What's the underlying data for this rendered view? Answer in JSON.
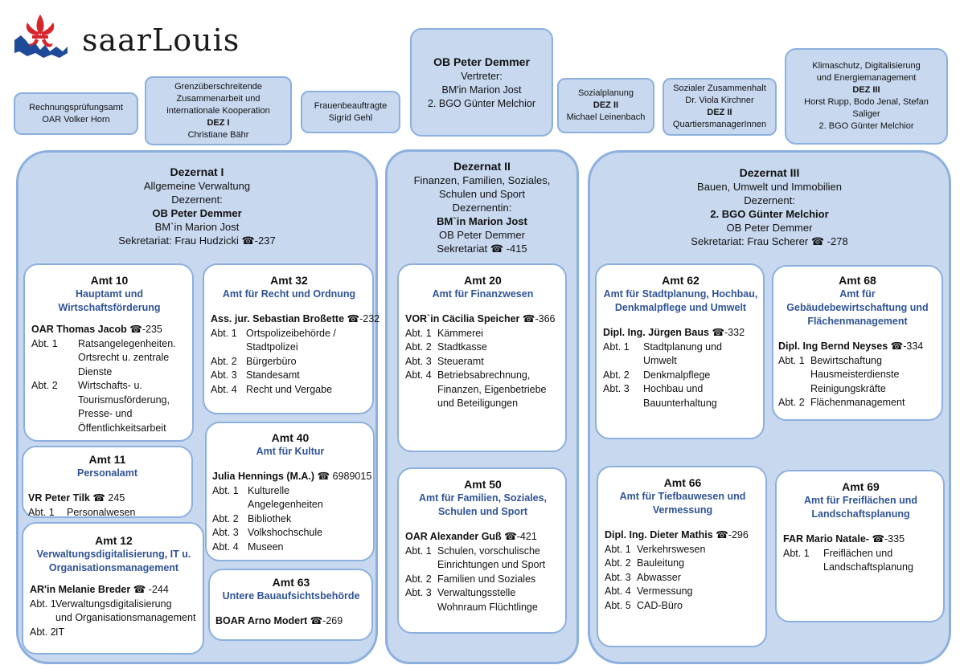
{
  "logo": {
    "text": "saarLouis",
    "colors": {
      "red": "#d7262b",
      "blue": "#1f4a99"
    }
  },
  "top": {
    "rpa": [
      "Rechnungsprüfungsamt",
      "OAR Volker Horn"
    ],
    "grenz": [
      "Grenzüberschreitende",
      "Zusammenarbeit und",
      "internationale Kooperation",
      "DEZ I",
      "Christiane Bähr"
    ],
    "frauen": [
      "Frauenbeauftragte",
      "Sigrid Gehl"
    ],
    "ob": [
      "OB Peter Demmer",
      "Vertreter:",
      "BM'in Marion Jost",
      "2. BGO Günter Melchior"
    ],
    "sozialplanung": [
      "Sozialplanung",
      "DEZ II",
      "Michael Leinenbach"
    ],
    "sozialer": [
      "Sozialer Zusammenhalt",
      "Dr. Viola Kirchner",
      "DEZ II",
      "QuartiersmanagerInnen"
    ],
    "klima": [
      "Klimaschutz, Digitalisierung",
      "und Energiemanagement",
      "DEZ III",
      "Horst Rupp, Bodo Jenal, Stefan",
      "Saliger",
      "2. BGO Günter Melchior"
    ]
  },
  "dezernat1": {
    "title": "Dezernat I",
    "area": "Allgemeine Verwaltung",
    "role": "Dezernent:",
    "head": "OB Peter Demmer",
    "deputy": "BM`in Marion Jost",
    "secretariat": "Sekretariat: Frau Hudzicki",
    "phone": "☎-237"
  },
  "dezernat2": {
    "title": "Dezernat II",
    "area1": "Finanzen, Familien, Soziales,",
    "area2": "Schulen und Sport",
    "role": "Dezernentin:",
    "head": "BM`in Marion Jost",
    "deputy": "OB Peter Demmer",
    "secretariat": "Sekretariat",
    "phone": "☎ -415"
  },
  "dezernat3": {
    "title": "Dezernat III",
    "area": "Bauen, Umwelt und Immobilien",
    "role": "Dezernent:",
    "head": "2. BGO Günter Melchior",
    "deputy": "OB Peter Demmer",
    "secretariat": "Sekretariat: Frau Scherer",
    "phone": "☎ -278"
  },
  "amt10": {
    "title": "Amt 10",
    "sub1": "Hauptamt und",
    "sub2": "Wirtschaftsförderung",
    "head": "OAR Thomas Jacob",
    "phone": "☎-235",
    "rows": [
      [
        "Abt. 1",
        "Ratsangelegenheiten."
      ],
      [
        "",
        "Ortsrecht u. zentrale"
      ],
      [
        "",
        "Dienste"
      ],
      [
        "Abt. 2",
        "Wirtschafts- u."
      ],
      [
        "",
        "Tourismusförderung,"
      ],
      [
        "",
        "Presse- und"
      ],
      [
        "",
        "Öffentlichkeitsarbeit"
      ]
    ]
  },
  "amt32": {
    "title": "Amt 32",
    "sub1": "Amt für Recht und Ordnung",
    "head": "Ass. jur. Sebastian Broßette",
    "phone": "☎-232",
    "rows": [
      [
        "Abt. 1",
        "Ortspolizeibehörde /"
      ],
      [
        "",
        "Stadtpolizei"
      ],
      [
        "Abt. 2",
        "Bürgerbüro"
      ],
      [
        "Abt. 3",
        "Standesamt"
      ],
      [
        "Abt. 4",
        "Recht und Vergabe"
      ]
    ]
  },
  "amt11": {
    "title": "Amt 11",
    "sub1": "Personalamt",
    "head": "VR Peter Tilk",
    "phone": "☎  245",
    "rows": [
      [
        "Abt. 1",
        "Personalwesen"
      ]
    ]
  },
  "amt40": {
    "title": "Amt 40",
    "sub1": "Amt für Kultur",
    "head": "Julia Hennings (M.A.)",
    "phone": "☎ 6989015",
    "rows": [
      [
        "Abt. 1",
        "Kulturelle"
      ],
      [
        "",
        "Angelegenheiten"
      ],
      [
        "Abt. 2",
        "Bibliothek"
      ],
      [
        "Abt. 3",
        "Volkshochschule"
      ],
      [
        "Abt. 4",
        "Museen"
      ]
    ]
  },
  "amt12": {
    "title": "Amt 12",
    "sub1": "Verwaltungsdigitalisierung, IT u.",
    "sub2": "Organisationsmanagement",
    "head": "AR'in Melanie Breder",
    "phone": "☎  -244",
    "rows": [
      [
        "Abt. 1",
        "Verwaltungsdigitalisierung"
      ],
      [
        "",
        "und Organisationsmanagement"
      ],
      [
        "Abt. 2",
        "IT"
      ]
    ]
  },
  "amt63": {
    "title": "Amt 63",
    "sub1": "Untere Bauaufsichtsbehörde",
    "head": "BOAR Arno Modert",
    "phone": "☎-269",
    "rows": []
  },
  "amt20": {
    "title": "Amt 20",
    "sub1": "Amt für Finanzwesen",
    "head": "VOR`in Cäcilia Speicher",
    "phone": "☎-366",
    "rows": [
      [
        "Abt. 1",
        "Kämmerei"
      ],
      [
        "Abt. 2",
        "Stadtkasse"
      ],
      [
        "Abt. 3",
        "Steueramt"
      ],
      [
        "Abt. 4",
        "Betriebsabrechnung,"
      ],
      [
        "",
        "Finanzen, Eigenbetriebe"
      ],
      [
        "",
        "und Beteiligungen"
      ]
    ]
  },
  "amt50": {
    "title": "Amt 50",
    "sub1": "Amt für Familien, Soziales,",
    "sub2": "Schulen und Sport",
    "head": "OAR Alexander Guß",
    "phone": "☎-421",
    "rows": [
      [
        "Abt. 1",
        "Schulen, vorschulische"
      ],
      [
        "",
        "Einrichtungen und Sport"
      ],
      [
        "Abt. 2",
        "Familien und Soziales"
      ],
      [
        "Abt. 3",
        "Verwaltungsstelle"
      ],
      [
        "",
        "Wohnraum Flüchtlinge"
      ]
    ]
  },
  "amt62": {
    "title": "Amt 62",
    "sub1": "Amt für Stadtplanung, Hochbau,",
    "sub2": "Denkmalpflege und Umwelt",
    "head": "Dipl. Ing. Jürgen Baus",
    "phone": "☎-332",
    "rows": [
      [
        "Abt. 1",
        "Stadtplanung und"
      ],
      [
        "",
        "Umwelt"
      ],
      [
        "Abt. 2",
        "Denkmalpflege"
      ],
      [
        "Abt. 3",
        "Hochbau und"
      ],
      [
        "",
        "Bauunterhaltung"
      ]
    ]
  },
  "amt68": {
    "title": "Amt 68",
    "sub1": "Amt für",
    "sub2": "Gebäudebewirtschaftung und",
    "sub3": "Flächenmanagement",
    "head": "Dipl. Ing Bernd Neyses",
    "phone": "☎-334",
    "rows": [
      [
        "Abt. 1",
        "Bewirtschaftung"
      ],
      [
        "",
        "Hausmeisterdienste"
      ],
      [
        "",
        "Reinigungskräfte"
      ],
      [
        "Abt. 2",
        "Flächenmanagement"
      ]
    ]
  },
  "amt66": {
    "title": "Amt 66",
    "sub1": "Amt für Tiefbauwesen und",
    "sub2": "Vermessung",
    "head": "Dipl. Ing. Dieter Mathis",
    "phone": "☎-296",
    "rows": [
      [
        "Abt. 1",
        "Verkehrswesen"
      ],
      [
        "Abt. 2",
        "Bauleitung"
      ],
      [
        "Abt. 3",
        "Abwasser"
      ],
      [
        "Abt. 4",
        "Vermessung"
      ],
      [
        "Abt. 5",
        "CAD-Büro"
      ]
    ]
  },
  "amt69": {
    "title": "Amt 69",
    "sub1": "Amt für Freiflächen und",
    "sub2": "Landschaftsplanung",
    "head": "FAR Mario Natale-",
    "phone": "☎-335",
    "rows": [
      [
        "Abt. 1",
        "Freiflächen und"
      ],
      [
        "",
        "Landschaftsplanung"
      ]
    ]
  }
}
